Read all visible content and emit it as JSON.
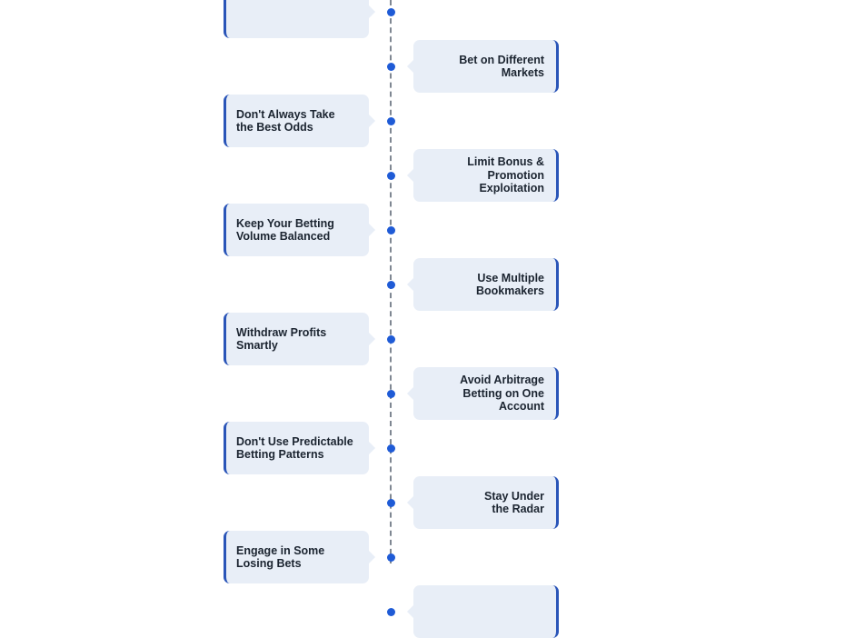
{
  "accent_color": "#1f5bd6",
  "card_background": "#e8eef7",
  "tips": [
    {
      "label": "",
      "side": "left"
    },
    {
      "label": "Bet on Different\nMarkets",
      "side": "right"
    },
    {
      "label": "Don't Always Take\nthe Best Odds",
      "side": "left"
    },
    {
      "label": "Limit Bonus &\nPromotion Exploitation",
      "side": "right"
    },
    {
      "label": "Keep Your Betting\nVolume Balanced",
      "side": "left"
    },
    {
      "label": "Use Multiple\nBookmakers",
      "side": "right"
    },
    {
      "label": "Withdraw Profits\nSmartly",
      "side": "left"
    },
    {
      "label": "Avoid Arbitrage\nBetting on One\nAccount",
      "side": "right"
    },
    {
      "label": "Don't Use Predictable\nBetting Patterns",
      "side": "left"
    },
    {
      "label": "Stay Under\nthe Radar",
      "side": "right"
    },
    {
      "label": "Engage in Some\nLosing Bets",
      "side": "left"
    },
    {
      "label": "",
      "side": "right"
    }
  ]
}
